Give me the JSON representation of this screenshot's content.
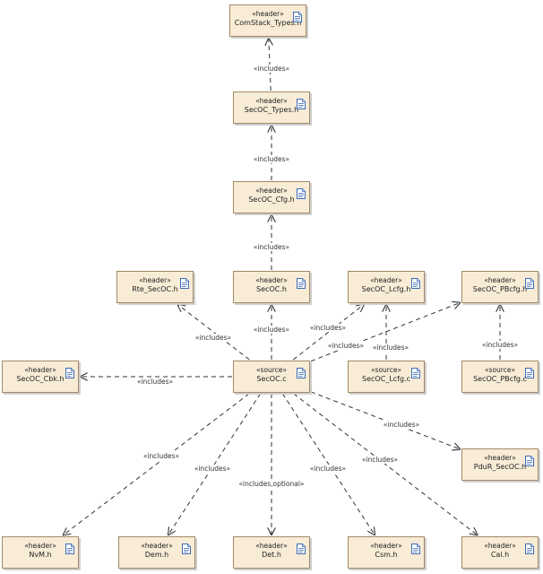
{
  "diagram": {
    "nodes": [
      {
        "id": "comstack_types",
        "stereotype": "«header»",
        "name": "ComStack_Types.h"
      },
      {
        "id": "secoc_types",
        "stereotype": "«header»",
        "name": "SecOC_Types.h"
      },
      {
        "id": "secoc_cfg",
        "stereotype": "«header»",
        "name": "SecOC_Cfg.h"
      },
      {
        "id": "rte_secoc",
        "stereotype": "«header»",
        "name": "Rte_SecOC.h"
      },
      {
        "id": "secoc_h",
        "stereotype": "«header»",
        "name": "SecOC.h"
      },
      {
        "id": "secoc_lcfg_h",
        "stereotype": "«header»",
        "name": "SecOC_Lcfg.h"
      },
      {
        "id": "secoc_pbcfg_h",
        "stereotype": "«header»",
        "name": "SecOC_PBcfg.h"
      },
      {
        "id": "secoc_cbk",
        "stereotype": "«header»",
        "name": "SecOC_Cbk.h"
      },
      {
        "id": "secoc_c",
        "stereotype": "«source»",
        "name": "SecOC.c"
      },
      {
        "id": "secoc_lcfg_c",
        "stereotype": "«source»",
        "name": "SecOC_Lcfg.c"
      },
      {
        "id": "secoc_pbcfg_c",
        "stereotype": "«source»",
        "name": "SecOC_PBcfg.c"
      },
      {
        "id": "pdur_secoc",
        "stereotype": "«header»",
        "name": "PduR_SecOC.h"
      },
      {
        "id": "nvm",
        "stereotype": "«header»",
        "name": "NvM.h"
      },
      {
        "id": "dem",
        "stereotype": "«header»",
        "name": "Dem.h"
      },
      {
        "id": "det",
        "stereotype": "«header»",
        "name": "Det.h"
      },
      {
        "id": "csm",
        "stereotype": "«header»",
        "name": "Csm.h"
      },
      {
        "id": "cal",
        "stereotype": "«header»",
        "name": "Cal.h"
      }
    ],
    "edges": [
      {
        "from": "secoc_types",
        "to": "comstack_types",
        "label": "«includes»"
      },
      {
        "from": "secoc_cfg",
        "to": "secoc_types",
        "label": "«includes»"
      },
      {
        "from": "secoc_h",
        "to": "secoc_cfg",
        "label": "«includes»"
      },
      {
        "from": "secoc_c",
        "to": "secoc_h",
        "label": "«includes»"
      },
      {
        "from": "secoc_c",
        "to": "rte_secoc",
        "label": "«includes»"
      },
      {
        "from": "secoc_c",
        "to": "secoc_lcfg_h",
        "label": "«includes»"
      },
      {
        "from": "secoc_c",
        "to": "secoc_pbcfg_h",
        "label": "«includes»"
      },
      {
        "from": "secoc_lcfg_c",
        "to": "secoc_lcfg_h",
        "label": "«includes»"
      },
      {
        "from": "secoc_pbcfg_c",
        "to": "secoc_pbcfg_h",
        "label": "«includes»"
      },
      {
        "from": "secoc_c",
        "to": "secoc_cbk",
        "label": "«includes»"
      },
      {
        "from": "secoc_c",
        "to": "pdur_secoc",
        "label": "«includes»"
      },
      {
        "from": "secoc_c",
        "to": "nvm",
        "label": "«includes»"
      },
      {
        "from": "secoc_c",
        "to": "dem",
        "label": "«includes»"
      },
      {
        "from": "secoc_c",
        "to": "det",
        "label": "«includes,optional»"
      },
      {
        "from": "secoc_c",
        "to": "csm",
        "label": "«includes»"
      },
      {
        "from": "secoc_c",
        "to": "cal",
        "label": "«includes»"
      }
    ]
  }
}
